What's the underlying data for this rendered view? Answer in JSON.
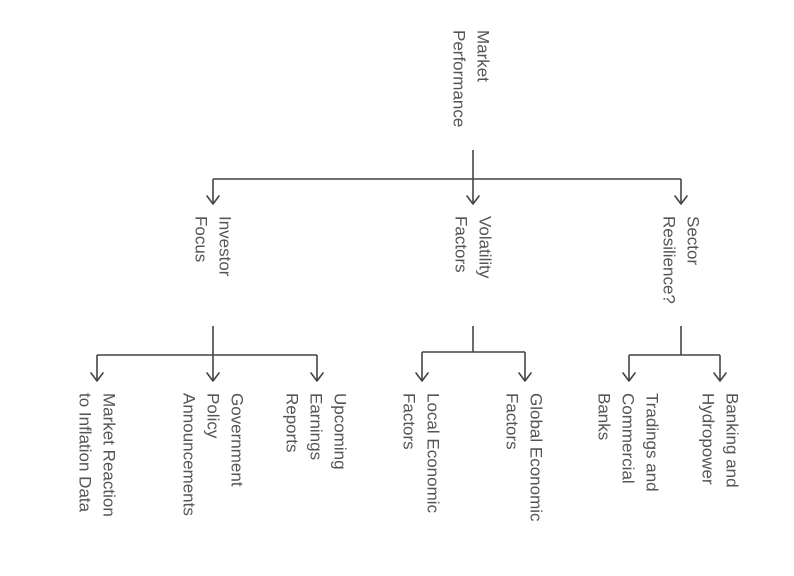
{
  "root": {
    "lines": [
      "Market",
      "Performance"
    ]
  },
  "branches": [
    {
      "id": "investor-focus",
      "lines": [
        "Investor",
        "Focus"
      ],
      "children": [
        {
          "id": "market-reaction",
          "lines": [
            "Market Reaction",
            "to Inflation Data"
          ]
        },
        {
          "id": "government-policy",
          "lines": [
            "Government",
            "Policy",
            "Announcements"
          ]
        },
        {
          "id": "upcoming-earnings",
          "lines": [
            "Upcoming",
            "Earnings",
            "Reports"
          ]
        }
      ]
    },
    {
      "id": "volatility-factors",
      "lines": [
        "Volatility",
        "Factors"
      ],
      "children": [
        {
          "id": "local-economic",
          "lines": [
            "Local Economic",
            "Factors"
          ]
        },
        {
          "id": "global-economic",
          "lines": [
            "Global Economic",
            "Factors"
          ]
        }
      ]
    },
    {
      "id": "sector-resilience",
      "lines": [
        "Sector",
        "Resilience?"
      ],
      "children": [
        {
          "id": "tradings-commercial",
          "lines": [
            "Tradings and",
            "Commercial",
            "Banks"
          ]
        },
        {
          "id": "banking-hydropower",
          "lines": [
            "Banking and",
            "Hydropower"
          ]
        }
      ]
    }
  ]
}
